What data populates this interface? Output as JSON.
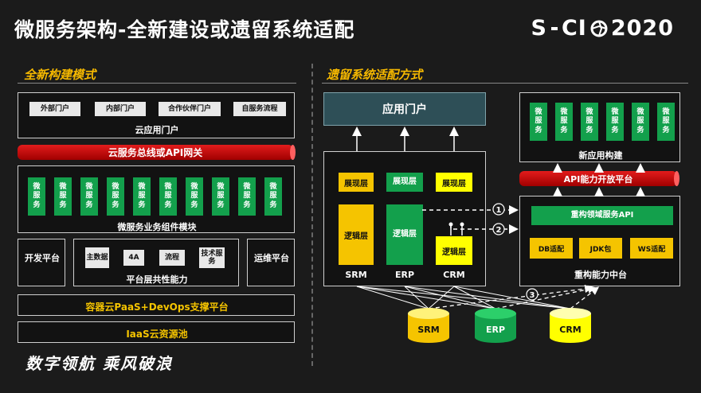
{
  "title": "微服务架构-全新建设或遗留系统适配",
  "logo": {
    "left": "S",
    "right": "CI",
    "year": "2020"
  },
  "left": {
    "heading": "全新构建模式",
    "portal_chips": [
      "外部门户",
      "内部门户",
      "合作伙伴门户",
      "自服务流程"
    ],
    "portal_label": "云应用门户",
    "bus_label": "云服务总线或API网关",
    "micro_chip": "微服务",
    "micro_count": 10,
    "micro_module_label": "微服务业务组件模块",
    "dev_platform": "开发平台",
    "ops_platform": "运维平台",
    "common_chips": [
      "主数据",
      "4A",
      "流程",
      "技术服务"
    ],
    "common_label": "平台层共性能力",
    "paas_label": "容器云PaaS+DevOps支撑平台",
    "iaas_label": "IaaS云资源池"
  },
  "right": {
    "heading": "遗留系统适配方式",
    "app_portal": "应用门户",
    "presentation_layer": "展现层",
    "logic_layer": "逻辑层",
    "systems": [
      "SRM",
      "ERP",
      "CRM"
    ],
    "new_app_label": "新应用构建",
    "new_micro_chip": "微服务",
    "new_micro_count": 6,
    "api_platform": "API能力开放平台",
    "domain_api": "重构领域服务API",
    "adapters": [
      "DB适配",
      "JDK包",
      "WS适配"
    ],
    "rebuild_label": "重构能力中台",
    "steps": [
      "1",
      "2",
      "3"
    ],
    "databases": [
      "SRM",
      "ERP",
      "CRM"
    ],
    "colors": {
      "db_srm": "#f5c400",
      "db_erp": "#13a04c",
      "db_crm": "#ffff00"
    }
  },
  "slogan": "数字领航  乘风破浪"
}
